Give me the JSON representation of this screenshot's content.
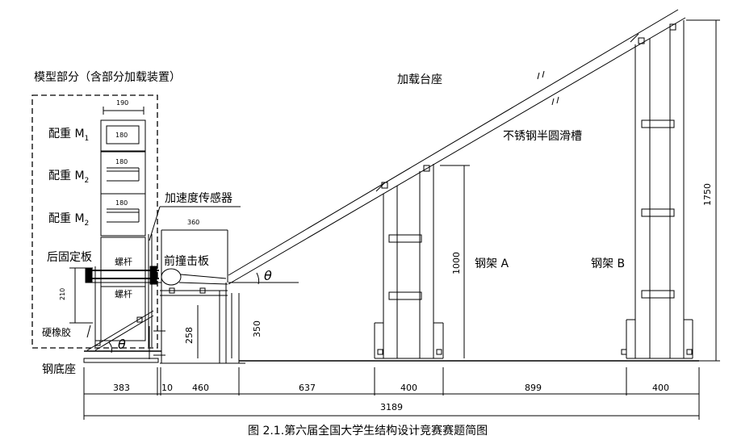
{
  "model_section_title": "模型部分（含部分加载装置）",
  "loading_platform": "加载台座",
  "groove": "不锈钢半圆滑槽",
  "counterweight_m1": "配重 M",
  "m1_sub": "1",
  "counterweight_m2a": "配重 M",
  "m2a_sub": "2",
  "counterweight_m2b": "配重 M",
  "m2b_sub": "2",
  "accelerometer": "加速度传感器",
  "rear_plate": "后固定板",
  "front_plate": "前撞击板",
  "bolt_top": "螺杆",
  "bolt_bottom": "螺杆",
  "rubber": "硬橡胶",
  "steel_base": "钢底座",
  "frame_a": "钢架 A",
  "frame_b": "钢架 B",
  "theta_1": "θ",
  "theta_2": "θ",
  "box_width": "190",
  "w_180_a": "180",
  "w_180_b": "180",
  "w_180_c": "180",
  "dim_360": "360",
  "dim_210": "210",
  "dim_258": "258",
  "dim_350": "350",
  "dim_1000": "1000",
  "dim_1750": "1750",
  "seg_383": "383",
  "seg_10": "10",
  "seg_460": "460",
  "seg_637": "637",
  "seg_400a": "400",
  "seg_899": "899",
  "seg_400b": "400",
  "total_3189": "3189",
  "caption": "图 2.1.第六届全国大学生结构设计竞赛赛题简图"
}
